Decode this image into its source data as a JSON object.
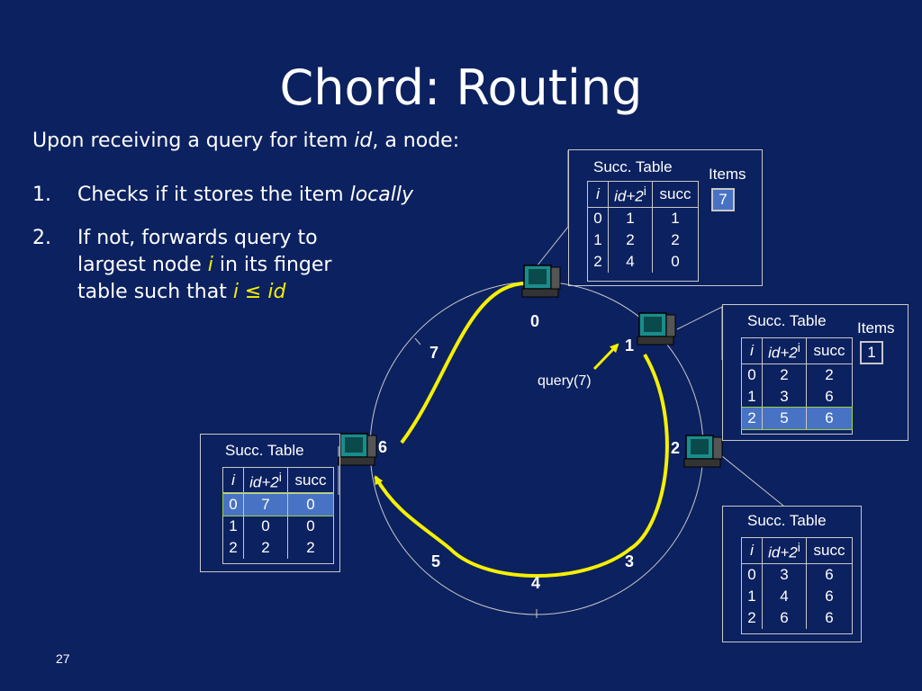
{
  "slide": {
    "title": "Chord: Routing",
    "intro_pre": "Upon receiving a query for item ",
    "intro_em": "id",
    "intro_post": ", a node:",
    "step1_num": "1.",
    "step1_pre": "Checks if it stores the item ",
    "step1_em": "locally",
    "step2_num": "2.",
    "step2_line1": "If not, forwards query to",
    "step2_line2_pre": "largest node ",
    "step2_line2_em": "i",
    "step2_line2_post": " in its finger",
    "step2_line3_pre": "table such that ",
    "step2_line3_em": "i ≤ id",
    "page_number": "27"
  },
  "ring": {
    "labels": [
      "0",
      "1",
      "2",
      "3",
      "4",
      "5",
      "6",
      "7"
    ],
    "query_label": "query(7)"
  },
  "succ_table_title": "Succ. Table",
  "items_label": "Items",
  "table_headers": [
    "i",
    "id+2",
    "i",
    "succ"
  ],
  "node0": {
    "rows": [
      [
        "0",
        "1",
        "1"
      ],
      [
        "1",
        "2",
        "2"
      ],
      [
        "2",
        "4",
        "0"
      ]
    ],
    "item": "7"
  },
  "node1": {
    "rows": [
      [
        "0",
        "2",
        "2"
      ],
      [
        "1",
        "3",
        "6"
      ],
      [
        "2",
        "5",
        "6"
      ]
    ],
    "item": "1",
    "highlight_row": 2
  },
  "node2": {
    "rows": [
      [
        "0",
        "3",
        "6"
      ],
      [
        "1",
        "4",
        "6"
      ],
      [
        "2",
        "6",
        "6"
      ]
    ]
  },
  "node6": {
    "rows": [
      [
        "0",
        "7",
        "0"
      ],
      [
        "1",
        "0",
        "0"
      ],
      [
        "2",
        "2",
        "2"
      ]
    ],
    "highlight_row": 0
  },
  "colors": {
    "background": "#0c2160",
    "arrow": "#f5f000",
    "highlight": "#4872c4",
    "computer": "#1a8c8c"
  },
  "icons": [
    "computer-icon"
  ]
}
